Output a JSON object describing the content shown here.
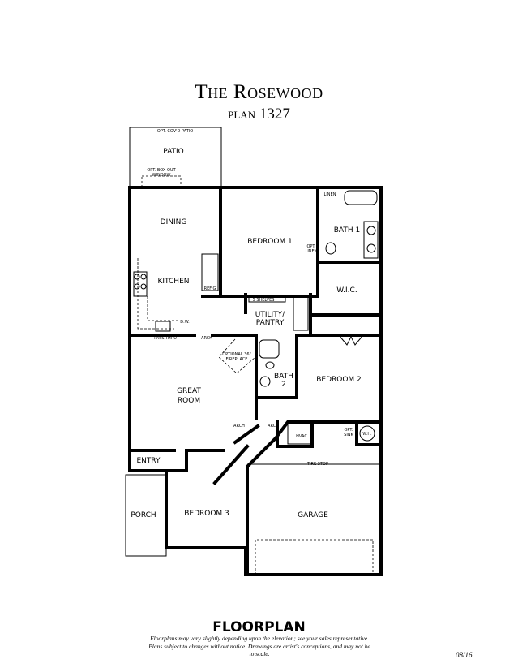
{
  "header": {
    "title": "The Rosewood",
    "plan": "plan 1327"
  },
  "rooms": {
    "opt_covd_patio": "OPT. COV'D PATIO",
    "patio": "PATIO",
    "opt_box_out_1": "OPT. BOX-OUT",
    "opt_box_out_2": "WINDOW",
    "dining": "DINING",
    "kitchen": "KITCHEN",
    "refg": "REF'G",
    "dw": "D.W.",
    "pass_thru": "PASS-THRU",
    "arch_kitchen": "ARCH",
    "bedroom1": "BEDROOM 1",
    "linen": "LINEN",
    "bath1": "BATH 1",
    "opt_linen_1": "OPT.",
    "opt_linen_2": "LINEN",
    "wic": "W.I.C.",
    "shelves": "5 SHELVES",
    "utility_1": "UTILITY/",
    "utility_2": "PANTRY",
    "fireplace_1": "OPTIONAL 36\"",
    "fireplace_2": "FIREPLACE",
    "bath2_1": "BATH",
    "bath2_2": "2",
    "bedroom2": "BEDROOM 2",
    "great_1": "GREAT",
    "great_2": "ROOM",
    "arch_left": "ARCH",
    "arch_right": "ARCH",
    "hvac": "HVAC",
    "opt_sink_1": "OPT.",
    "opt_sink_2": "SINK",
    "wh": "W.H.",
    "tire_stop": "TIRE STOP",
    "entry": "ENTRY",
    "porch": "PORCH",
    "bedroom3": "BEDROOM 3",
    "garage": "GARAGE"
  },
  "footer": {
    "heading": "FLOORPLAN",
    "disclaimer": "Floorplans may vary slightly depending upon the elevation; see your sales representative. Plans subject to changes without notice. Drawings are artist's conceptions, and may not be to scale.",
    "date": "08/16"
  }
}
